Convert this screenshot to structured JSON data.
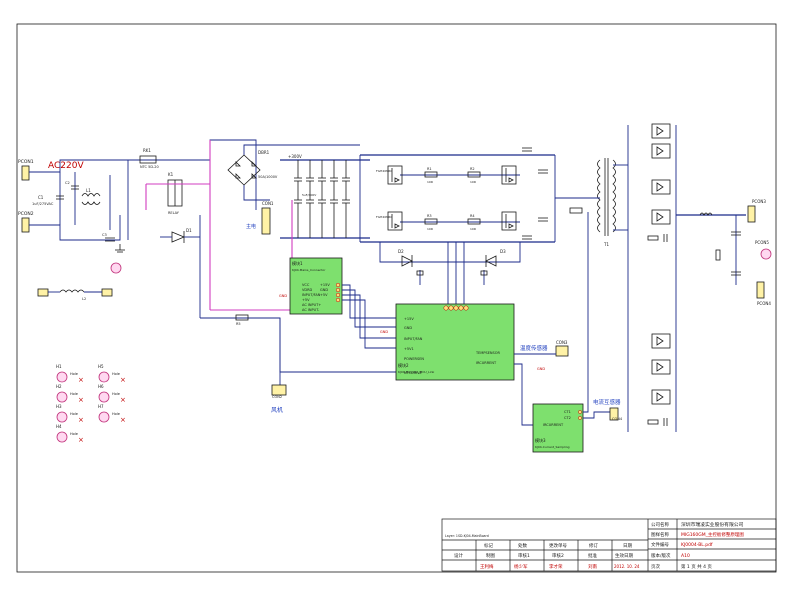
{
  "ac_label": "AC220V",
  "refs": {
    "pcon1": "PCON1",
    "pcon2": "PCON2",
    "pcon3": "PCON3",
    "pcon4": "PCON4",
    "pcon5": "PCON5",
    "dbr1": "DBR1",
    "t1": "T1",
    "l1": "L1",
    "l2": "L2",
    "rk1": "RK1",
    "k1": "K1",
    "con1": "CON1",
    "con2": "CON2",
    "con3": "CON3",
    "con4": "CON4",
    "d1": "D1",
    "d2": "D2",
    "d3": "D3",
    "r1": "R1",
    "r2": "R2",
    "r3": "R3",
    "r4": "R4",
    "r5": "R5",
    "c1": "C1",
    "c2": "C2",
    "c3": "C3",
    "fan": "FAN1",
    "h1": "H1",
    "h2": "H2",
    "h3": "H3",
    "h4": "H4",
    "h5": "H5",
    "h6": "H6",
    "h7": "H7"
  },
  "values": {
    "rk1": "NTC 5D-20",
    "c1": "1uF/275VAC",
    "c2": "1uF/275VAC",
    "k1": "RELAY",
    "dbr1": "50A/1000V",
    "bus_caps": "5uF/400V",
    "igbt": "FGH40N60",
    "r_gate": "10R",
    "gnd": "GND",
    "vdc": "+300V"
  },
  "modules": {
    "m1_title": "模块1",
    "m1_sub": "KJ04-Mains_Connector",
    "m1_pins": [
      "VCC",
      "VDRD",
      "INPUT/FAN",
      "+5V",
      "AC INPUT+",
      "AC INPUT-"
    ],
    "m1_right_pins": [
      "+15V",
      "GND",
      "+5V"
    ],
    "m2_title": "模块2",
    "m2_sub": "KJ04-MainCtrl_MCU_Link",
    "m2_left_pins": [
      "+15V",
      "GND",
      "INPUT/FAN",
      "+5V1",
      "POWERSEN",
      "NTCDRIVE"
    ],
    "m2_right_pins": [
      "TEMPSENSOR",
      "IRCURRENT"
    ],
    "m3_title": "模块3",
    "m3_sub": "KJ04-Current_Sampling",
    "m3_pins": [
      "IRCURRENT"
    ],
    "m3_right_pins": [
      "CT1",
      "CT2"
    ]
  },
  "annotations": {
    "main_power": "主电",
    "temp_sensor": "温度传感器",
    "current_sensor": "电流互感器",
    "fan": "风机",
    "gnd": "GND",
    "hole": "Hole",
    "bottom_note": "Layer: 1SD-KJ04-MainBoard"
  },
  "title_block": {
    "company_label": "公司名称",
    "company": "深圳市瑞凌实业股份有限公司",
    "drawing_name_label": "图样名称",
    "drawing_name": "MIG160GM_主控板修整原理图",
    "file_no_label": "文件编号",
    "file_no": "KJ0004-BL.pdf",
    "version_label": "版本/版次",
    "version": "A10",
    "sheet_label": "页次",
    "sheet": "第  1  页    共  4  页",
    "cols": [
      "标记",
      "处数",
      "更改单号",
      "修订",
      "日期"
    ],
    "row2": [
      "设计",
      "制图",
      "审核1",
      "审核2",
      "批准",
      "生效日期"
    ],
    "names": [
      "王利梅",
      "杨少军",
      "李才荣",
      "刘南",
      "2012. 10. 24"
    ]
  }
}
